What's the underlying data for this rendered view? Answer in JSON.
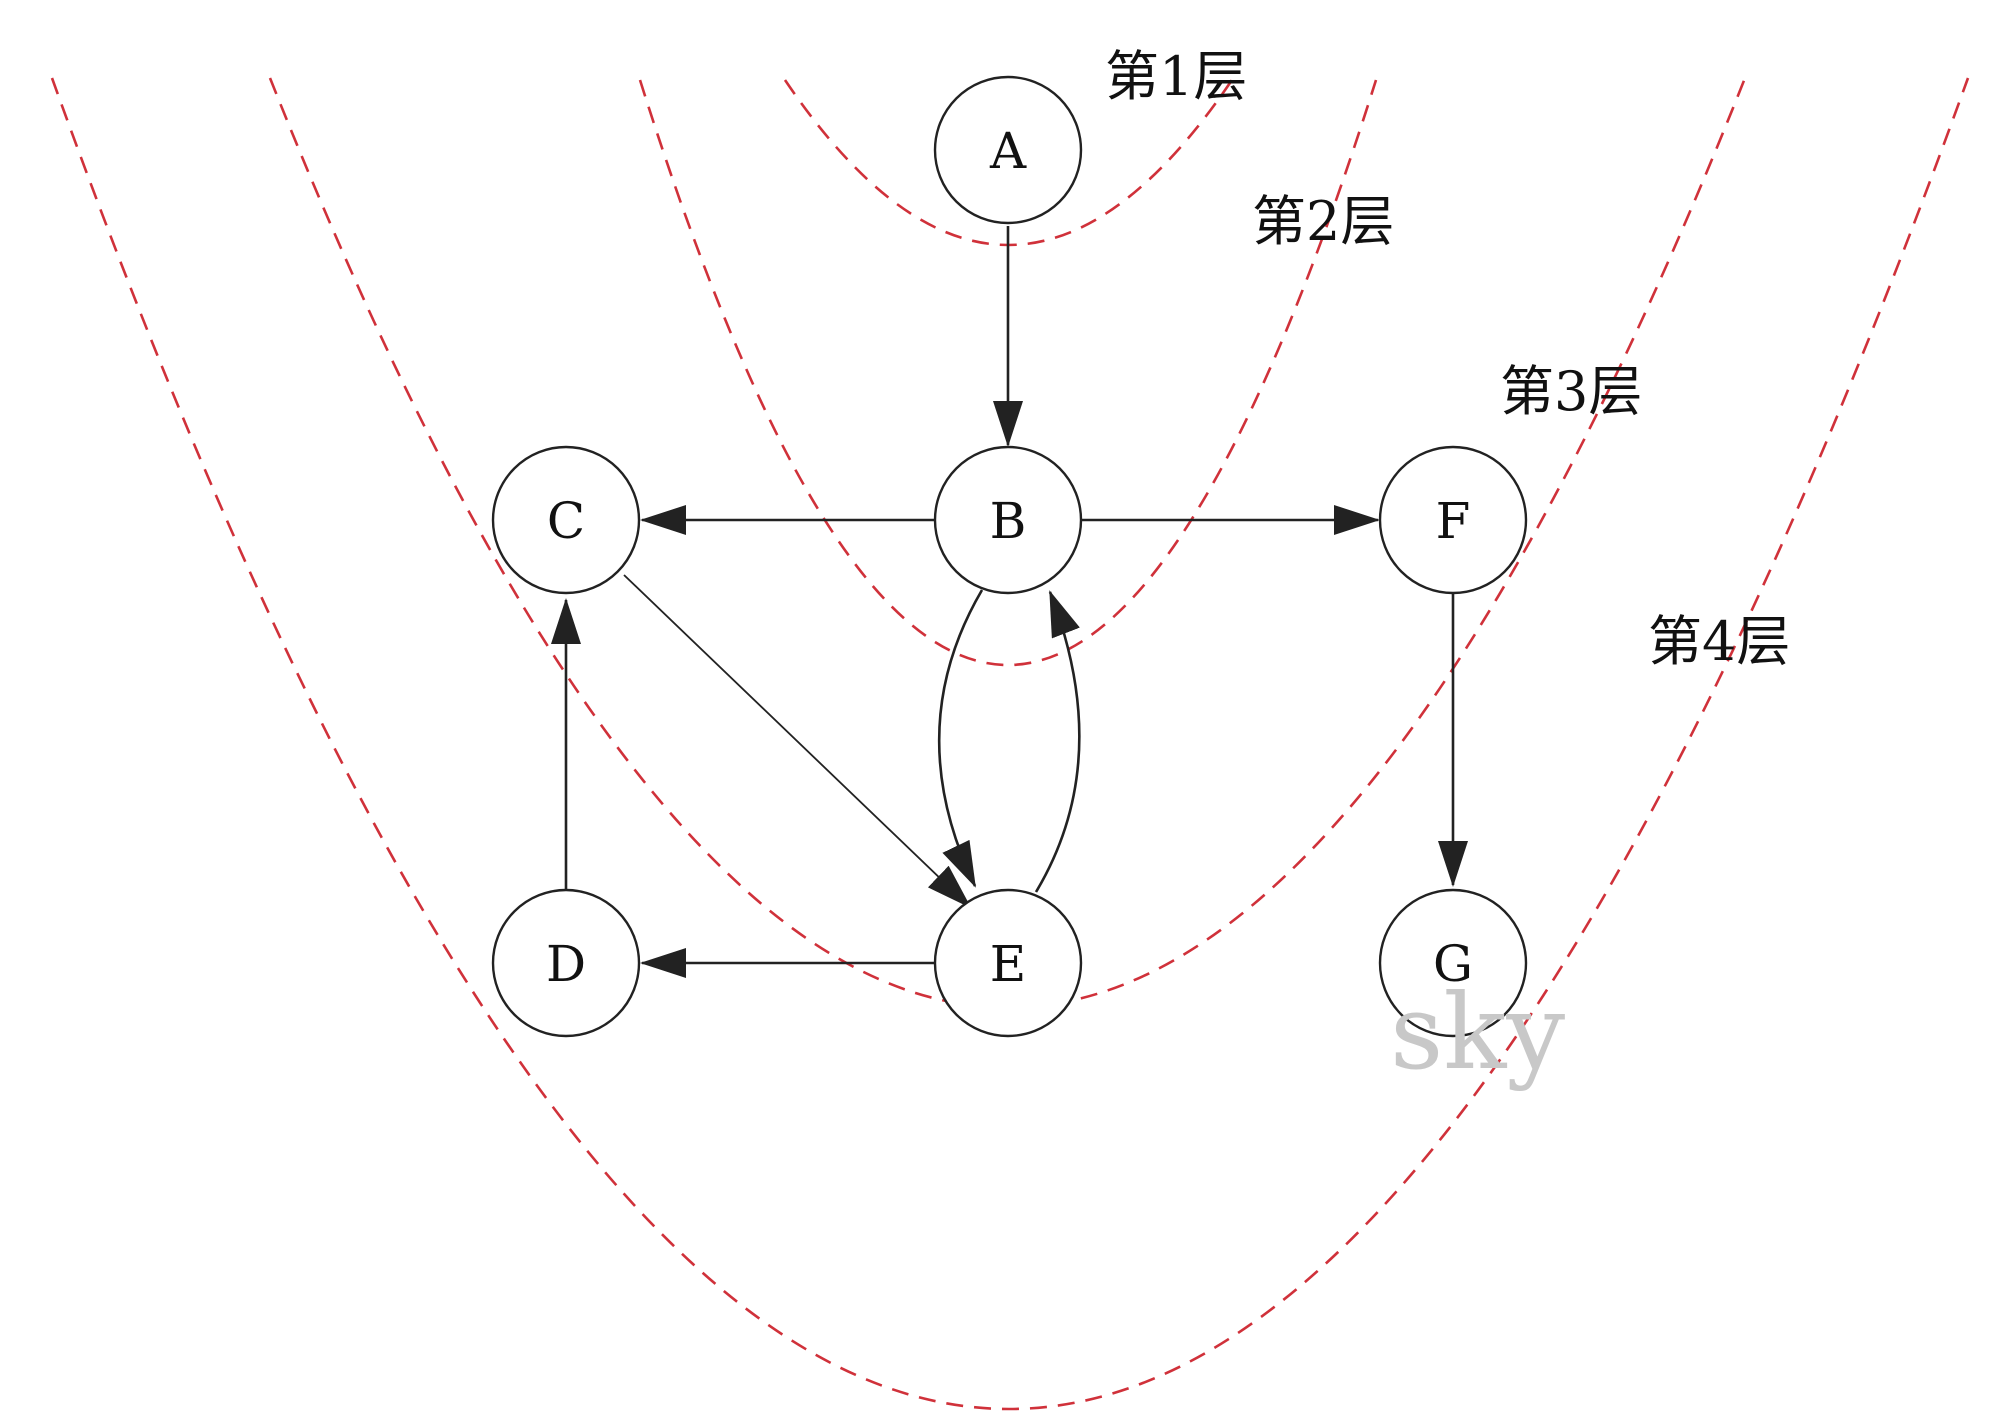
{
  "nodes": {
    "A": "A",
    "B": "B",
    "C": "C",
    "D": "D",
    "E": "E",
    "F": "F",
    "G": "G"
  },
  "layers": [
    "第1层",
    "第2层",
    "第3层",
    "第4层"
  ],
  "edges": [
    {
      "from": "A",
      "to": "B"
    },
    {
      "from": "B",
      "to": "C"
    },
    {
      "from": "B",
      "to": "F"
    },
    {
      "from": "B",
      "to": "E"
    },
    {
      "from": "E",
      "to": "B"
    },
    {
      "from": "C",
      "to": "E"
    },
    {
      "from": "D",
      "to": "C"
    },
    {
      "from": "E",
      "to": "D"
    },
    {
      "from": "F",
      "to": "G"
    }
  ],
  "watermark": "sky",
  "colors": {
    "layer_curve": "#d0313a",
    "edge": "#222222",
    "watermark": "#c8c8c8"
  }
}
